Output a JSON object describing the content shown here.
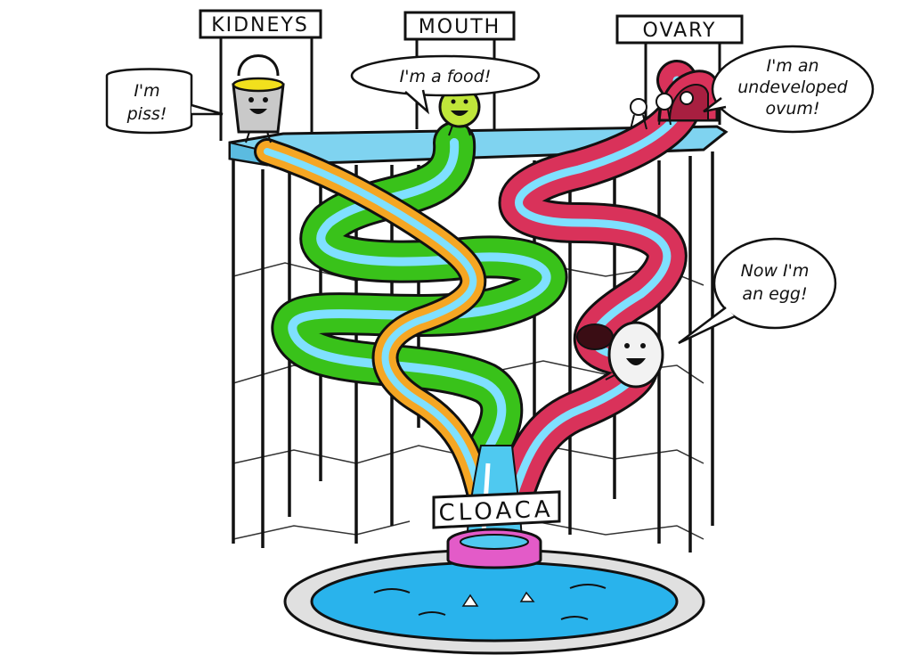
{
  "signs": {
    "kidneys": "KIDNEYS",
    "mouth": "MOUTH",
    "ovary": "OVARY",
    "cloaca": "CLOACA"
  },
  "speech": {
    "piss": [
      "I'm",
      "piss!"
    ],
    "food": "I'm a food!",
    "ovum": [
      "I'm an",
      "undeveloped",
      "ovum!"
    ],
    "egg": [
      "Now I'm",
      "an egg!"
    ]
  },
  "colors": {
    "platform": "#7fd3f0",
    "green_slide": "#39c21a",
    "orange_slide": "#f5a623",
    "red_slide": "#d9325a",
    "water": "#4fc9f0",
    "pool": "#29b3ec",
    "pink_ring": "#e35bc8",
    "bucket": "#c9c9c9",
    "urine": "#f2e01d",
    "food_ball": "#bfe63a"
  }
}
